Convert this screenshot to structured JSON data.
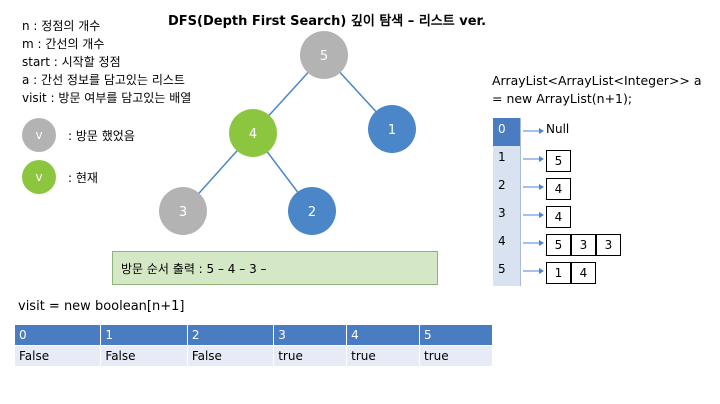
{
  "title": "DFS(Depth First Search) 깊이 탐색 – 리스트 ver.",
  "legend_lines": [
    "n : 정점의 개수",
    "m : 간선의 개수",
    "start : 시작할 정점",
    "a : 간선 정보를 담고있는 리스트",
    "visit : 방문 여부를 담고있는 배열"
  ],
  "visited_legend": {
    "symbol": "v",
    "label": ": 방문 했었음",
    "color": "#b3b3b3"
  },
  "current_legend": {
    "symbol": "v",
    "label": ": 현재",
    "color": "#8cc63f"
  },
  "graph": {
    "nodes": [
      {
        "id": "5",
        "state": "visited"
      },
      {
        "id": "4",
        "state": "current"
      },
      {
        "id": "1",
        "state": "unvisited"
      },
      {
        "id": "3",
        "state": "visited"
      },
      {
        "id": "2",
        "state": "unvisited"
      }
    ],
    "edges": [
      [
        "5",
        "4"
      ],
      [
        "5",
        "1"
      ],
      [
        "4",
        "3"
      ],
      [
        "4",
        "2"
      ]
    ],
    "colors": {
      "visited": "#b3b3b3",
      "current": "#8cc63f",
      "unvisited": "#4a86c8"
    }
  },
  "output": "방문 순서 출력 : 5 – 4 – 3 –",
  "visit_decl": "visit = new boolean[n+1]",
  "visit_table": {
    "indices": [
      "0",
      "1",
      "2",
      "3",
      "4",
      "5"
    ],
    "values": [
      "False",
      "False",
      "False",
      "true",
      "true",
      "true"
    ]
  },
  "arraylist_decl": [
    "ArrayList<ArrayList<Integer>> a",
    "= new ArrayList(n+1);"
  ],
  "adjacency": [
    {
      "index": "0",
      "items": [],
      "null_text": "Null"
    },
    {
      "index": "1",
      "items": [
        "5"
      ]
    },
    {
      "index": "2",
      "items": [
        "4"
      ]
    },
    {
      "index": "3",
      "items": [
        "4"
      ]
    },
    {
      "index": "4",
      "items": [
        "5",
        "3",
        "3"
      ]
    },
    {
      "index": "5",
      "items": [
        "1",
        "4"
      ]
    }
  ]
}
